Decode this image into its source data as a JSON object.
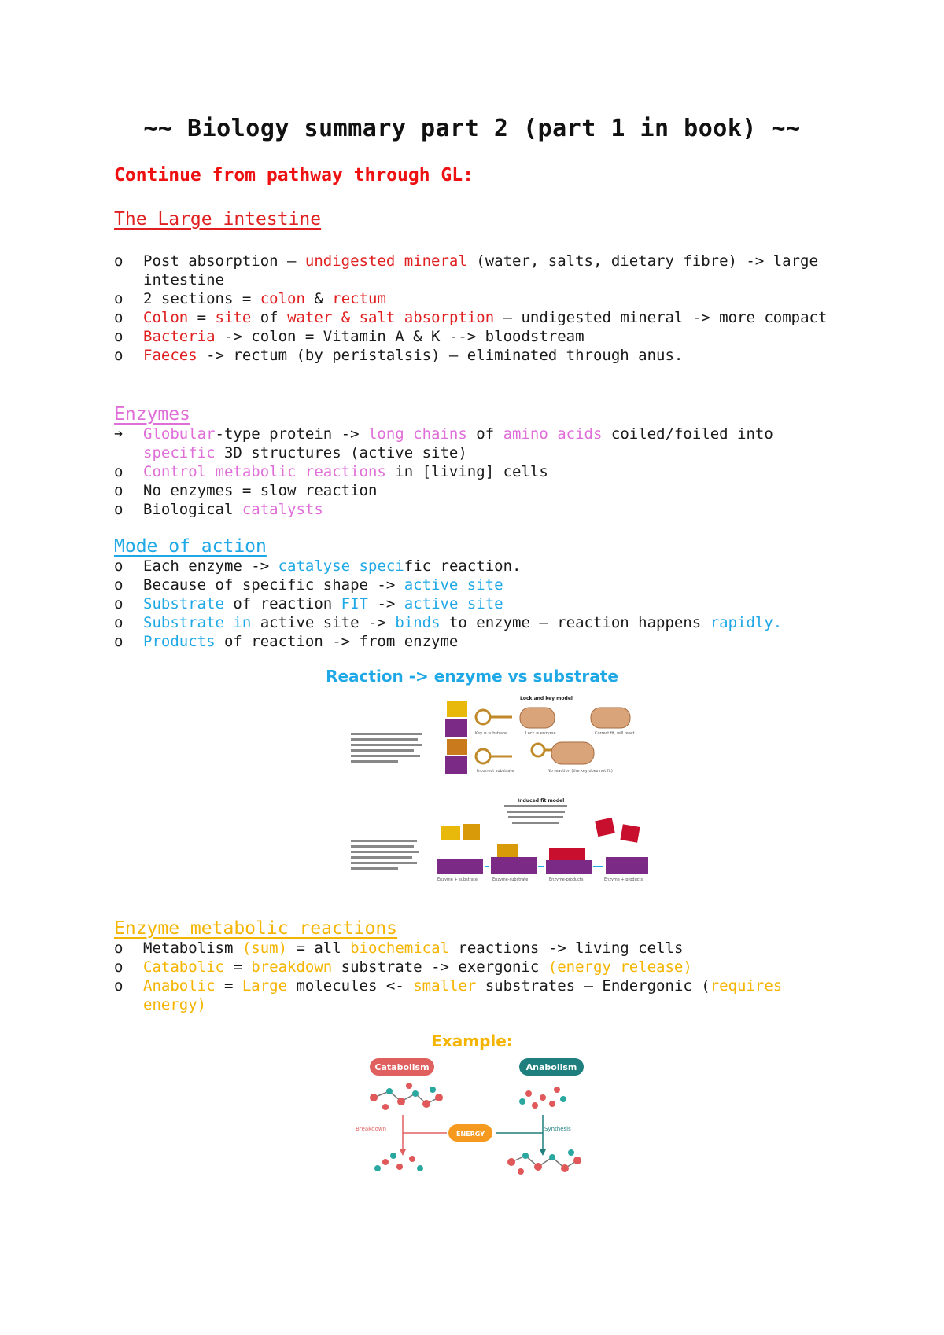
{
  "title": "~~ Biology summary part 2 (part 1 in book) ~~",
  "subtitle": "Continue from pathway through GL:",
  "large_intestine": {
    "heading": "The Large intestine",
    "items": [
      {
        "bullet": "o",
        "parts": [
          {
            "t": "Post absorption – "
          },
          {
            "t": "undigested mineral",
            "c": "red"
          },
          {
            "t": " (water, salts, dietary fibre) -> large intestine"
          }
        ]
      },
      {
        "bullet": "o",
        "parts": [
          {
            "t": "2 sections = "
          },
          {
            "t": "colon",
            "c": "red"
          },
          {
            "t": " & "
          },
          {
            "t": "rectum",
            "c": "red"
          }
        ]
      },
      {
        "bullet": "o",
        "parts": [
          {
            "t": "Colon",
            "c": "red"
          },
          {
            "t": " = "
          },
          {
            "t": "site",
            "c": "red"
          },
          {
            "t": " of "
          },
          {
            "t": "water & salt absorption",
            "c": "red"
          },
          {
            "t": " – undigested mineral -> more compact"
          }
        ]
      },
      {
        "bullet": "o",
        "parts": [
          {
            "t": "Bacteria",
            "c": "red"
          },
          {
            "t": " -> colon = Vitamin A & K --> bloodstream"
          }
        ]
      },
      {
        "bullet": "o",
        "parts": [
          {
            "t": "Faeces",
            "c": "red"
          },
          {
            "t": " -> rectum (by peristalsis) – eliminated through anus."
          }
        ]
      }
    ]
  },
  "enzymes": {
    "heading": "Enzymes ",
    "items": [
      {
        "bullet": "arrow",
        "parts": [
          {
            "t": "Globular",
            "c": "pink"
          },
          {
            "t": "-type protein -> "
          },
          {
            "t": "long chains",
            "c": "pink"
          },
          {
            "t": " of "
          },
          {
            "t": "amino acids",
            "c": "pink"
          },
          {
            "t": " coiled/foiled into "
          },
          {
            "t": "specific",
            "c": "pink"
          },
          {
            "t": " 3D structures (active site)"
          }
        ]
      },
      {
        "bullet": "o",
        "parts": [
          {
            "t": "Control metabolic reactions",
            "c": "pink"
          },
          {
            "t": " in [living] cells"
          }
        ]
      },
      {
        "bullet": "o",
        "parts": [
          {
            "t": "No enzymes = slow reaction"
          }
        ]
      },
      {
        "bullet": "o",
        "parts": [
          {
            "t": "Biological "
          },
          {
            "t": "catalysts",
            "c": "pink"
          }
        ]
      }
    ]
  },
  "mode_of_action": {
    "heading": "Mode of action",
    "items": [
      {
        "bullet": "o",
        "parts": [
          {
            "t": "Each enzyme -> "
          },
          {
            "t": "catalyse speci",
            "c": "blue"
          },
          {
            "t": "fic reaction."
          }
        ]
      },
      {
        "bullet": "o",
        "parts": [
          {
            "t": "Because of specific shape -> "
          },
          {
            "t": "active site",
            "c": "blue"
          }
        ]
      },
      {
        "bullet": "o",
        "parts": [
          {
            "t": "Substrate",
            "c": "blue"
          },
          {
            "t": " of reaction "
          },
          {
            "t": "FIT",
            "c": "blue"
          },
          {
            "t": " -> "
          },
          {
            "t": "active site",
            "c": "blue"
          }
        ]
      },
      {
        "bullet": "o",
        "parts": [
          {
            "t": "Substrate in",
            "c": "blue"
          },
          {
            "t": " active site -> "
          },
          {
            "t": "binds",
            "c": "blue"
          },
          {
            "t": " to enzyme – reaction happens "
          },
          {
            "t": "rapidly.",
            "c": "blue"
          }
        ]
      },
      {
        "bullet": "o",
        "parts": [
          {
            "t": "Products",
            "c": "blue"
          },
          {
            "t": " of reaction -> from enzyme"
          }
        ]
      }
    ]
  },
  "figure1": {
    "title": "Reaction -> enzyme vs substrate",
    "title_color": "#1fa8e6",
    "lock_key_heading": "Lock and key model",
    "induced_fit_heading": "Induced fit model"
  },
  "metabolic": {
    "heading": "Enzyme metabolic reactions",
    "items": [
      {
        "bullet": "o",
        "parts": [
          {
            "t": "Metabolism "
          },
          {
            "t": "(sum)",
            "c": "yel"
          },
          {
            "t": " = all "
          },
          {
            "t": "biochemical",
            "c": "yel"
          },
          {
            "t": " reactions -> living cells"
          }
        ]
      },
      {
        "bullet": "o",
        "parts": [
          {
            "t": "Catabolic",
            "c": "yel"
          },
          {
            "t": " = "
          },
          {
            "t": "breakdown",
            "c": "yel"
          },
          {
            "t": " substrate -> exergonic "
          },
          {
            "t": "(energy release)",
            "c": "yel"
          }
        ]
      },
      {
        "bullet": "o",
        "parts": [
          {
            "t": "Anabolic",
            "c": "yel"
          },
          {
            "t": " = "
          },
          {
            "t": "Large",
            "c": "yel"
          },
          {
            "t": " molecules <- "
          },
          {
            "t": "smaller",
            "c": "yel"
          },
          {
            "t": " substrates – Endergonic ("
          },
          {
            "t": "requires energy)",
            "c": "yel"
          }
        ]
      }
    ]
  },
  "figure2": {
    "title": "Example:",
    "title_color": "#f5b400",
    "catabolism_label": "Catabolism",
    "anabolism_label": "Anabolism",
    "energy_label": "ENERGY",
    "breakdown_label": "Breakdown",
    "synthesis_label": "Synthesis",
    "catabolism_color": "#e06060",
    "anabolism_color": "#1f7f7f",
    "energy_color": "#f59a1f"
  }
}
